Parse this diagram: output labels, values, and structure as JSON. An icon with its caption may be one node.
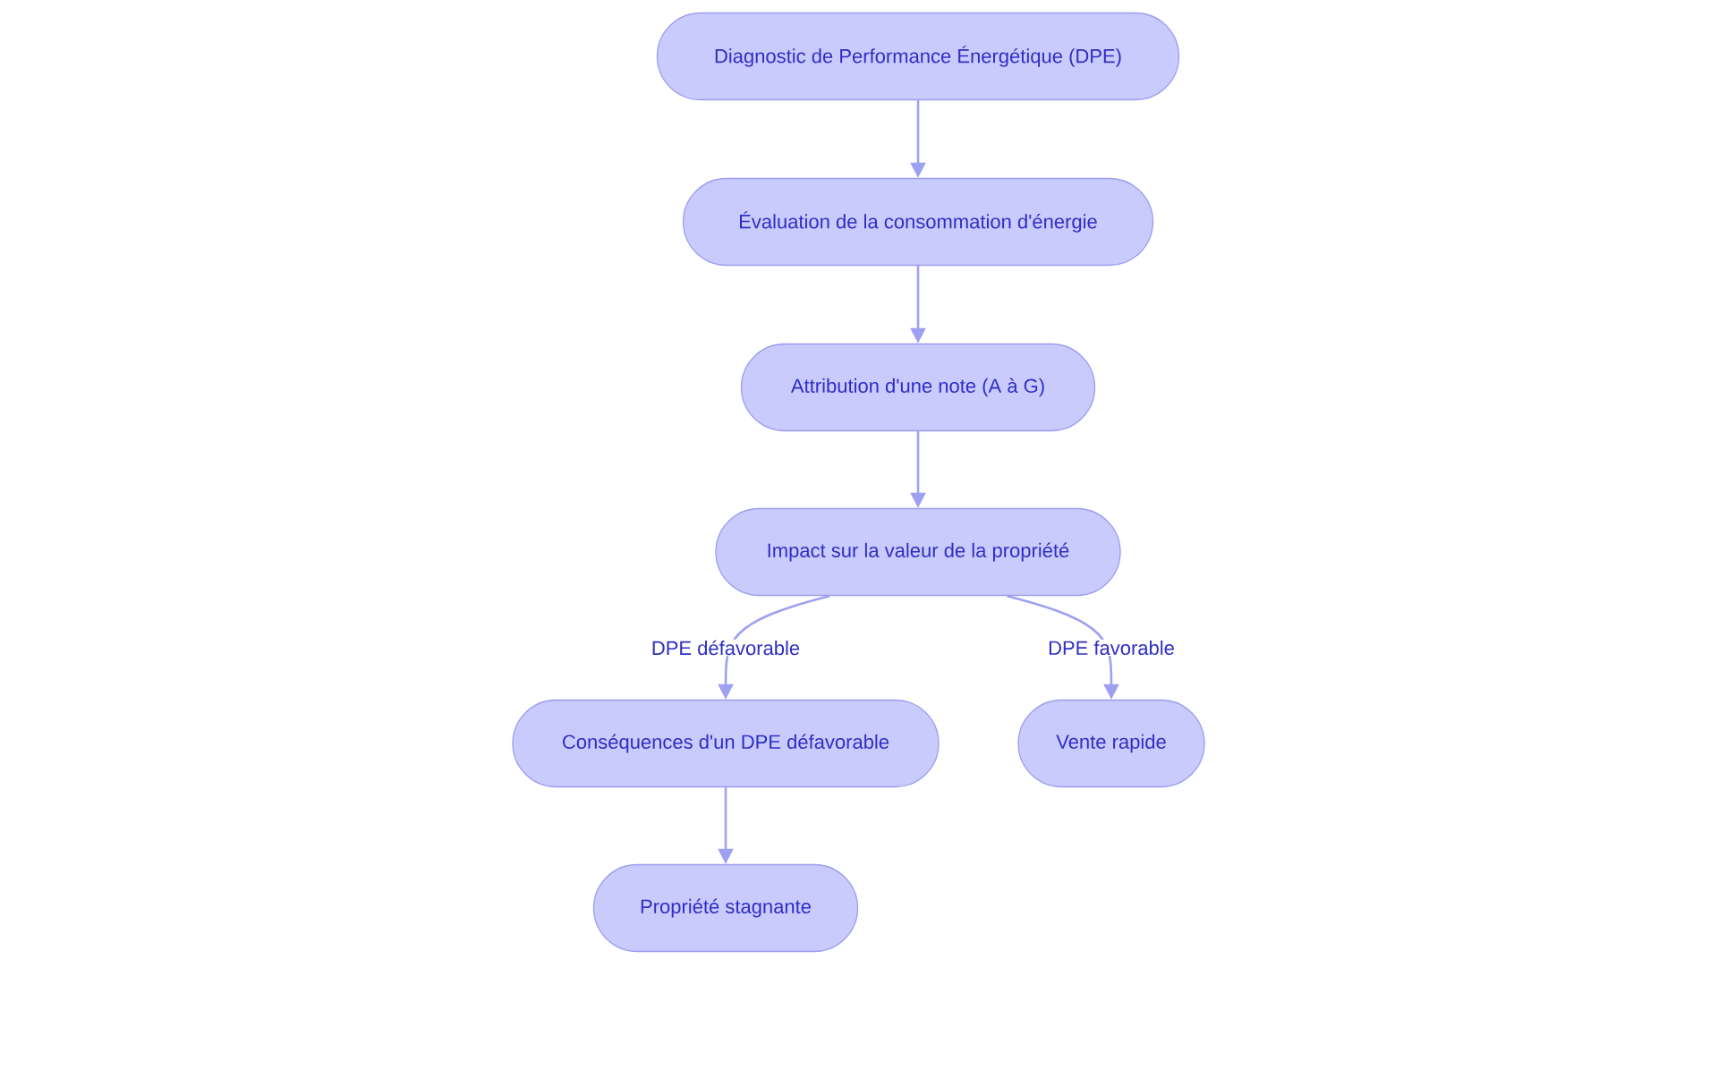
{
  "diagram": {
    "nodes": [
      {
        "text": [
          "Diagnostic de Performance Énergétique (DPE)"
        ]
      },
      {
        "text": [
          "Évaluation de la consommation d'énergie"
        ]
      },
      {
        "text": [
          "Attribution d'une note (A à G)"
        ]
      },
      {
        "text": [
          "Impact sur la valeur de la propriété"
        ]
      },
      {
        "text": [
          "Conséquences d'un DPE défavorable"
        ]
      },
      {
        "text": [
          "Vente rapide"
        ]
      },
      {
        "text": [
          "Propriété stagnante"
        ]
      }
    ],
    "edges": [
      {
        "from": 0,
        "to": 1,
        "arrow": "to"
      },
      {
        "from": 1,
        "to": 2,
        "arrow": "to"
      },
      {
        "from": 2,
        "to": 3,
        "arrow": "to"
      },
      {
        "from": 3,
        "to": 4,
        "arrow": "to",
        "label": "DPE défavorable"
      },
      {
        "from": 3,
        "to": 5,
        "arrow": "to",
        "label": "DPE favorable"
      },
      {
        "from": 4,
        "to": 6,
        "arrow": "to"
      }
    ]
  }
}
